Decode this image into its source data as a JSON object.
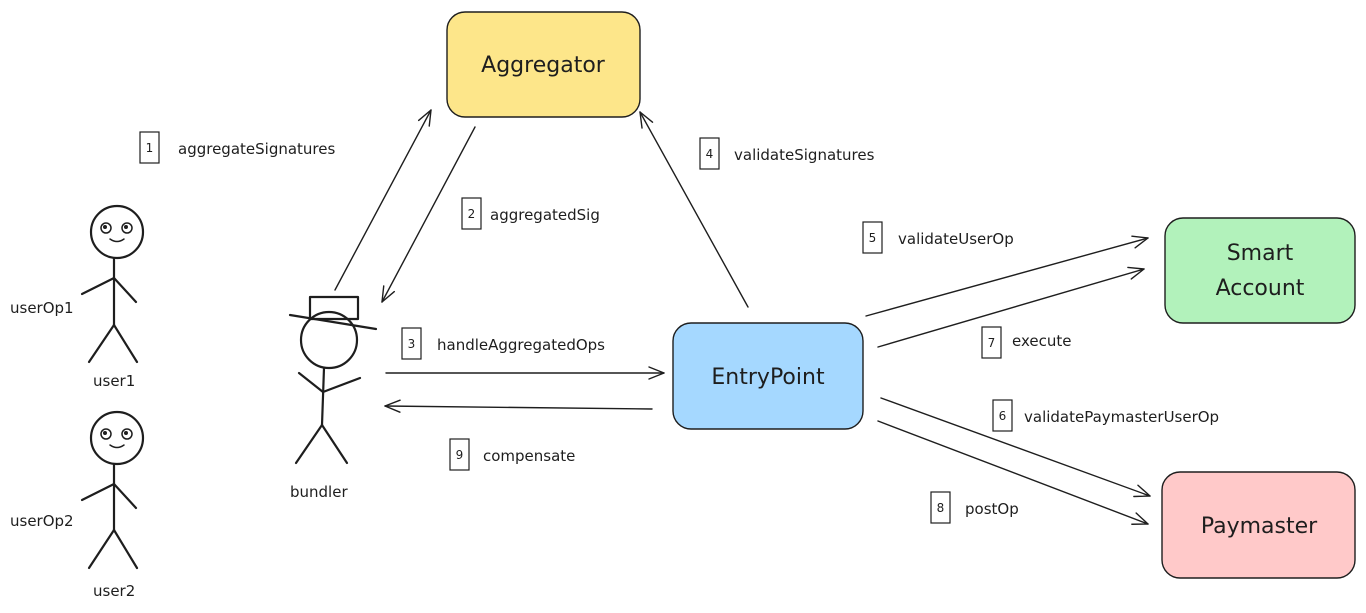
{
  "colors": {
    "aggregator": "#fde68a",
    "entrypoint": "#a5d8ff",
    "smart_account": "#b2f2bb",
    "paymaster": "#ffc9c9",
    "stroke": "#1e1e1e"
  },
  "boxes": {
    "aggregator": "Aggregator",
    "entrypoint": "EntryPoint",
    "smart_account_line1": "Smart",
    "smart_account_line2": "Account",
    "paymaster": "Paymaster"
  },
  "actors": {
    "user1": "user1",
    "user2": "user2",
    "userop1": "userOp1",
    "userop2": "userOp2",
    "bundler": "bundler"
  },
  "steps": [
    {
      "num": "1",
      "label": "aggregateSignatures"
    },
    {
      "num": "2",
      "label": "aggregatedSig"
    },
    {
      "num": "3",
      "label": "handleAggregatedOps"
    },
    {
      "num": "4",
      "label": "validateSignatures"
    },
    {
      "num": "5",
      "label": "validateUserOp"
    },
    {
      "num": "6",
      "label": "validatePaymasterUserOp"
    },
    {
      "num": "7",
      "label": "execute"
    },
    {
      "num": "8",
      "label": "postOp"
    },
    {
      "num": "9",
      "label": "compensate"
    }
  ]
}
